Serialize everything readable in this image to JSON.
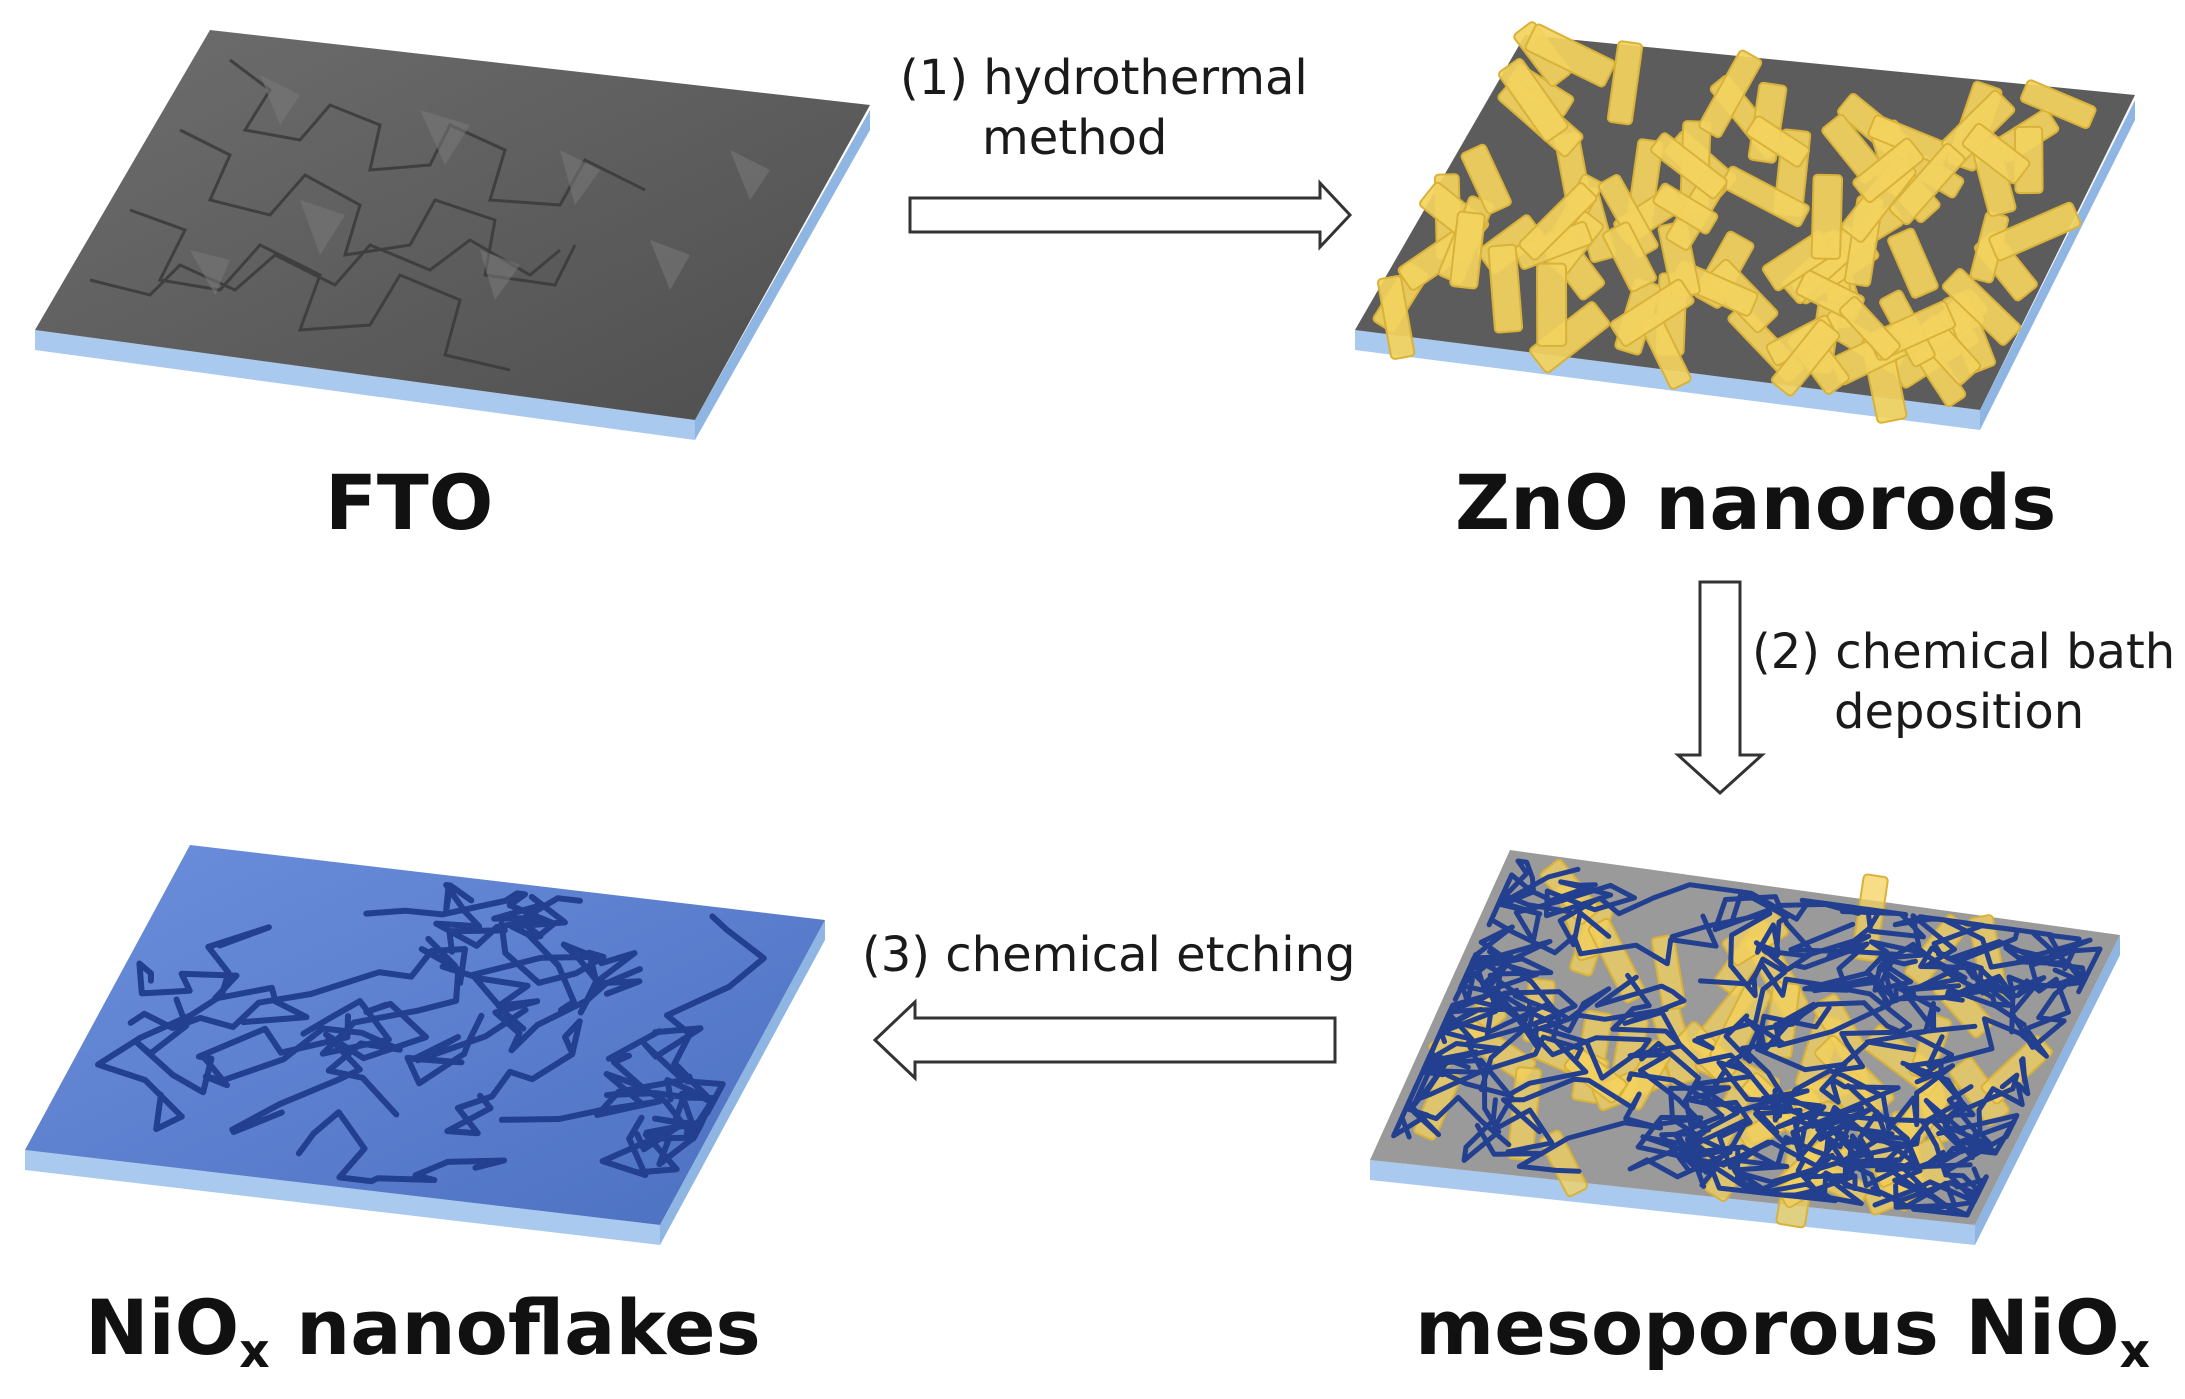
{
  "stages": [
    {
      "id": "fto",
      "label": "FTO"
    },
    {
      "id": "zno",
      "label": "ZnO nanorods"
    },
    {
      "id": "meso",
      "label_main": "mesoporous NiO",
      "label_sub": "x"
    },
    {
      "id": "flakes",
      "label_main": "NiO",
      "label_sub": "x",
      "label_rest": " nanoflakes"
    }
  ],
  "steps": [
    {
      "line1": "(1) hydrothermal",
      "line2": "method"
    },
    {
      "line1": "(2) chemical bath",
      "line2": "deposition"
    },
    {
      "line1": "(3) chemical etching"
    }
  ],
  "colors": {
    "substrate": "#a9c9ee",
    "substrate_side": "#8fb6e3",
    "fto_layer": "#5e5e5e",
    "zno_rod": "#f3d25e",
    "nio_network": "#233f8f",
    "flake_plate": "#5a7fce",
    "arrow_outline": "#333333"
  }
}
